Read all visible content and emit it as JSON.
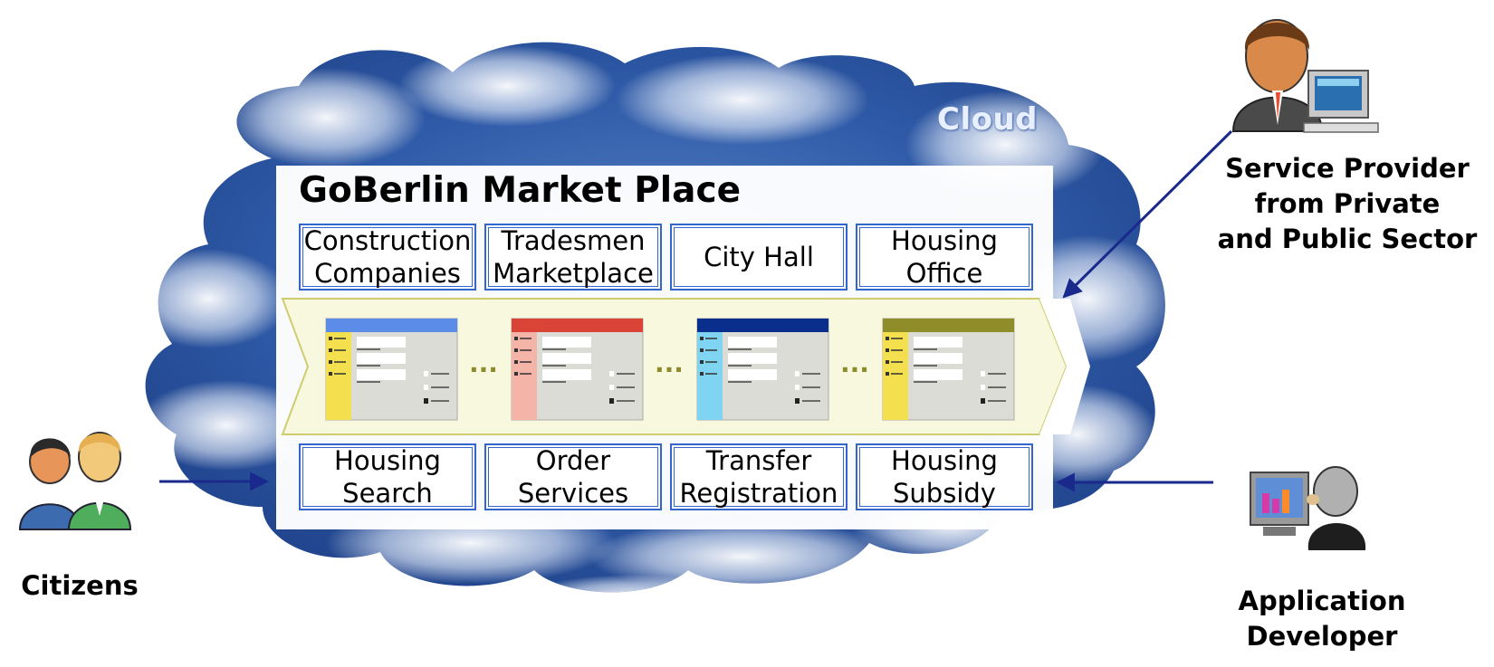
{
  "cloud": {
    "label": "Cloud"
  },
  "marketplace": {
    "title": "GoBerlin Market Place",
    "top_boxes": [
      {
        "label": "Construction\nCompanies"
      },
      {
        "label": "Tradesmen\nMarketplace"
      },
      {
        "label": "City Hall"
      },
      {
        "label": "Housing\nOffice"
      }
    ],
    "bottom_boxes": [
      {
        "label": "Housing\nSearch"
      },
      {
        "label": "Order\nServices"
      },
      {
        "label": "Transfer\nRegistration"
      },
      {
        "label": "Housing\nSubsidy"
      }
    ],
    "process_colors": {
      "headers": [
        "#5b8ce8",
        "#d94436",
        "#0a2e8c",
        "#8f8c2a"
      ],
      "sidebars": [
        "#f4e04e",
        "#f4b4a8",
        "#7fd4f2",
        "#f4e04e"
      ],
      "chevron": "#f6f6da"
    },
    "connector": "···"
  },
  "actors": {
    "citizens": "Citizens",
    "service_provider": "Service Provider\nfrom Private\nand Public Sector",
    "app_developer": "Application\nDeveloper"
  },
  "colors": {
    "arrow": "#1a2a8c",
    "box_border": "#3366cc"
  }
}
